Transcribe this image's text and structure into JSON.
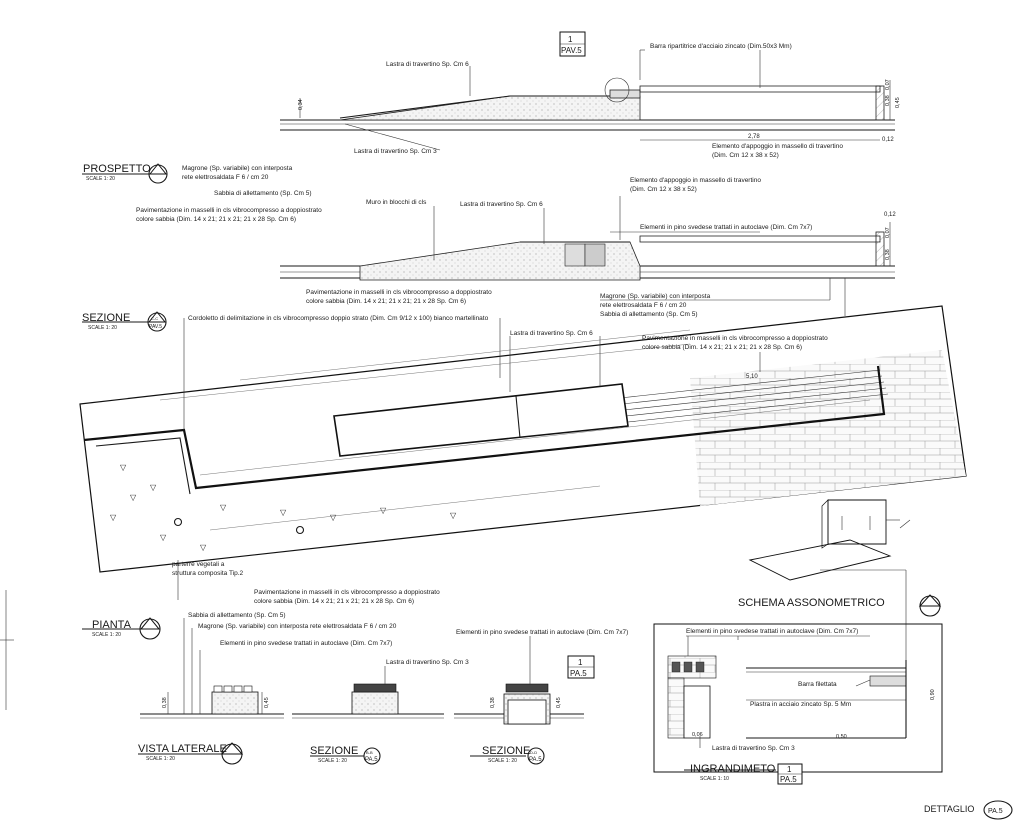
{
  "titles": {
    "prospetto": "PROSPETTO",
    "sezione": "SEZIONE",
    "pianta": "PIANTA",
    "vista_laterale": "VISTA LATERALE",
    "sezione_b": "SEZIONE",
    "sezione_c": "SEZIONE",
    "ingrandimento": "INGRANDIMETO",
    "schema": "SCHEMA ASSONOMETRICO",
    "dettaglio": "DETTAGLIO"
  },
  "scales": {
    "s20": "SCALE 1: 20",
    "s10": "SCALE 1: 10"
  },
  "symbols": {
    "pav_top_num": "1",
    "pav_top_code": "PAV.5",
    "sez_code": "PAV.5",
    "sez_letter": "C-C",
    "b_code": "PA.5",
    "b_letter": "B-B",
    "c_code": "PA.5",
    "c_letter": "D-D",
    "pa_mid_num": "1",
    "pa_mid_code": "PA.5",
    "ingr_num": "1",
    "ingr_code": "PA.5",
    "dett_code": "PA.5"
  },
  "labels": {
    "barra": "Barra ripartitrice d'acciaio zincato (Dim.50x3 Mm)",
    "lastra6_a": "Lastra di travertino Sp. Cm 6",
    "lastra3_a": "Lastra di travertino Sp. Cm 3",
    "elemento_a1": "Elemento d'appoggio in massello di travertino",
    "elemento_a2": "(Dim. Cm 12 x 38 x 52)",
    "magrone_a1": "Magrone (Sp. variabile) con interposta",
    "magrone_a2": "rete elettrosaldata F 6 / cm 20",
    "sabbia_a": "Sabbia di allettamento (Sp. Cm 5)",
    "pav_a1": "Pavimentazione in masselli in cls vibrocompresso a doppiostrato",
    "pav_a2": "colore sabbia (Dim. 14 x 21; 21 x 21; 21 x 28 Sp. Cm 6)",
    "muro": "Muro in blocchi di cls",
    "lastra6_b": "Lastra di travertino Sp. Cm 6",
    "elemento_b1": "Elemento d'appoggio in massello di travertino",
    "elemento_b2": "(Dim. Cm 12 x 38 x 52)",
    "pino_b": "Elementi in pino svedese trattati in autoclave (Dim. Cm 7x7)",
    "pav_b1": "Pavimentazione in masselli in cls vibrocompresso a doppiostrato",
    "pav_b2": "colore sabbia (Dim. 14 x 21; 21 x 21; 21 x 28 Sp. Cm 6)",
    "magrone_b1": "Magrone (Sp. variabile) con interposta",
    "magrone_b2": "rete elettrosaldata F 6 / cm 20",
    "sabbia_b": "Sabbia di allettamento (Sp. Cm 5)",
    "cordoletto": "Cordoletto di delimitazione in cls vibrocompresso doppio strato (Dim. Cm 9/12 x 100) bianco martellinato",
    "lastra6_c": "Lastra di travertino Sp. Cm 6",
    "pav_c1": "Pavimentazione in masselli in cls vibrocompresso a doppiostrato",
    "pav_c2": "colore sabbia (Dim. 14 x 21; 21 x 21; 21 x 28 Sp. Cm 6)",
    "parterre1": "parterre vegetali a",
    "parterre2": "struttura composita Tip.2",
    "pav_d1": "Pavimentazione in masselli in cls vibrocompresso a doppiostrato",
    "pav_d2": "colore sabbia (Dim. 14 x 21; 21 x 21; 21 x 28 Sp. Cm 6)",
    "sabbia_d": "Sabbia di allettamento (Sp. Cm 5)",
    "magrone_d": "Magrone (Sp. variabile) con interposta rete elettrosaldata F 6 / cm 20",
    "pino_d": "Elementi in pino svedese trattati in autoclave (Dim. Cm 7x7)",
    "lastra3_d": "Lastra di travertino Sp. Cm 3",
    "pino_e": "Elementi in pino svedese trattati in autoclave (Dim. Cm 7x7)",
    "pino_f": "Elementi in pino svedese trattati in autoclave (Dim. Cm 7x7)",
    "barra_filettata": "Barra filettata",
    "piastra": "Plastra in acciaio zincato Sp. 5 Mm",
    "lastra3_f": "Lastra di travertino Sp. Cm 3"
  },
  "dimensions": {
    "d278": "2,78",
    "d012a": "0,12",
    "d034": "0,34",
    "d038a": "0,38",
    "d045a": "0,45",
    "d007a": "0,07",
    "d012b": "0,12",
    "d007b": "0,07",
    "d038b": "0,38",
    "d510": "5,10",
    "d038c": "0,38",
    "d045c": "0,45",
    "d038d": "0,38",
    "d045d": "0,45",
    "d006": "0,06",
    "d050": "0,50",
    "d090": "0,90"
  }
}
